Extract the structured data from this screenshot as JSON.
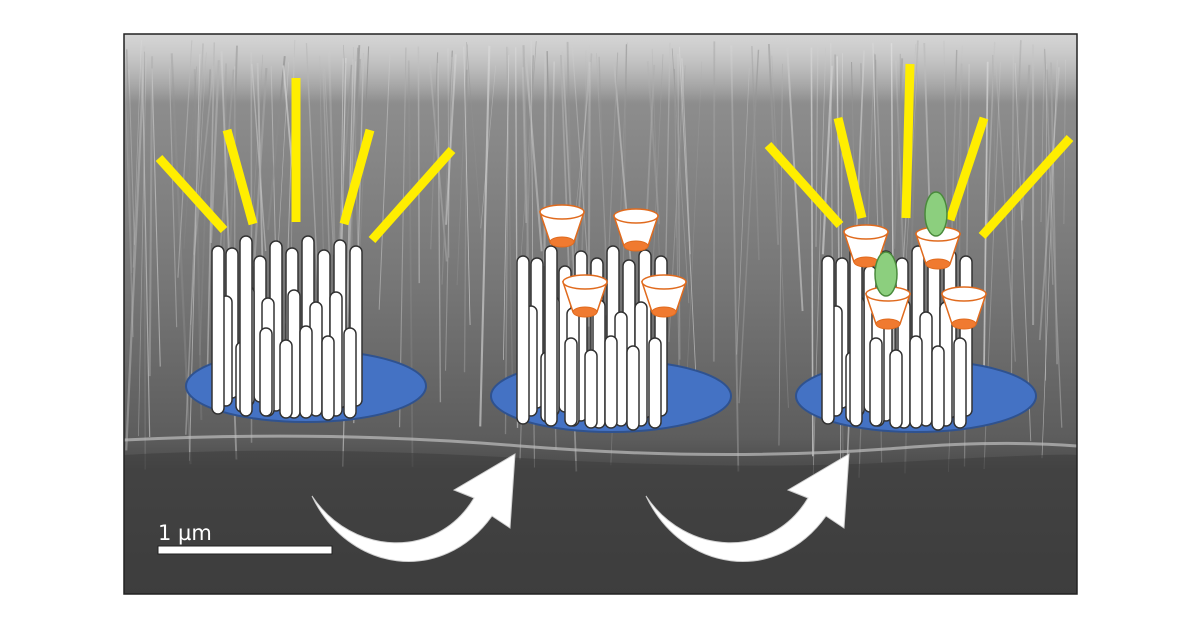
{
  "scale_bar": {
    "label": "1 µm"
  },
  "colors": {
    "substrate": "#4472c4",
    "nanowire": "#ffffff",
    "light_ray": "#ffee00",
    "cup_body": "#ffffff",
    "cup_outline": "#e06a1d",
    "cup_base": "#f07a30",
    "molecule": "#8ccf7e",
    "arrow": "#ffffff",
    "sem_background": "#6f6f6f"
  },
  "icons": [
    "curved-arrow-icon",
    "light-ray-icon",
    "cup-receptor-icon",
    "green-molecule-icon"
  ],
  "stages": [
    {
      "name": "bare-nanowire-array",
      "has_light": true,
      "cups": 0,
      "molecules": 0
    },
    {
      "name": "functionalized-nanowire-array",
      "has_light": false,
      "cups": 4,
      "molecules": 0
    },
    {
      "name": "target-bound-nanowire-array",
      "has_light": true,
      "cups": 4,
      "molecules": 2
    }
  ]
}
